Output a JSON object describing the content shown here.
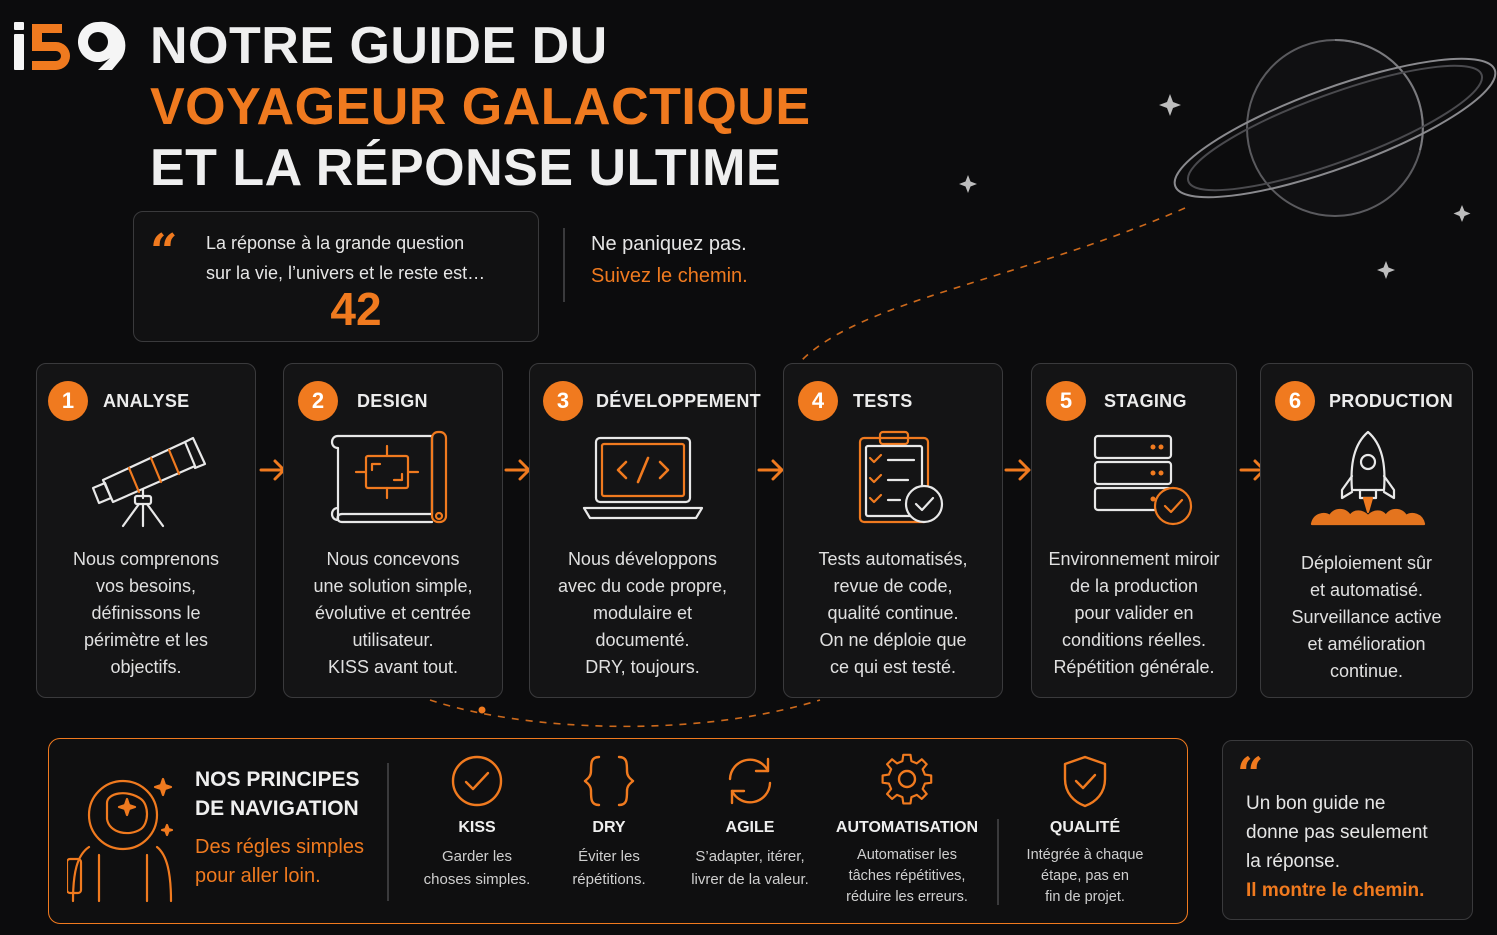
{
  "brand": {
    "logo": "i59"
  },
  "title": {
    "line1": "NOTRE GUIDE DU",
    "line2": "VOYAGEUR GALACTIQUE",
    "line3": "ET LA RÉPONSE ULTIME"
  },
  "quote": {
    "line1": "La réponse à la grande question",
    "line2": "sur la vie, l’univers et le reste est…",
    "answer": "42"
  },
  "tagline": {
    "line1": "Ne paniquez pas.",
    "line2": "Suivez le chemin."
  },
  "steps": [
    {
      "number": "1",
      "title": "ANALYSE",
      "desc": [
        "Nous comprenons",
        "vos besoins,",
        "définissons le",
        "périmètre et les",
        "objectifs."
      ],
      "icon": "telescope-icon"
    },
    {
      "number": "2",
      "title": "DESIGN",
      "desc": [
        "Nous concevons",
        "une solution simple,",
        "évolutive et centrée",
        "utilisateur.",
        "KISS avant tout."
      ],
      "icon": "blueprint-icon"
    },
    {
      "number": "3",
      "title": "DÉVELOPPEMENT",
      "desc": [
        "Nous développons",
        "avec du code propre,",
        "modulaire et",
        "documenté.",
        "DRY, toujours."
      ],
      "icon": "laptop-code-icon"
    },
    {
      "number": "4",
      "title": "TESTS",
      "desc": [
        "Tests automatisés,",
        "revue de code,",
        "qualité continue.",
        "On ne déploie que",
        "ce qui est testé."
      ],
      "icon": "checklist-icon"
    },
    {
      "number": "5",
      "title": "STAGING",
      "desc": [
        "Environnement miroir",
        "de la production",
        "pour valider en",
        "conditions réelles.",
        "Répétition générale."
      ],
      "icon": "server-check-icon"
    },
    {
      "number": "6",
      "title": "PRODUCTION",
      "desc": [
        "Déploiement sûr",
        "et automatisé.",
        "Surveillance active",
        "et amélioration",
        "continue."
      ],
      "icon": "rocket-icon"
    }
  ],
  "principles": {
    "title_line1": "NOS PRINCIPES",
    "title_line2": "DE NAVIGATION",
    "sub_line1": "Des régles simples",
    "sub_line2": "pour aller loin.",
    "items": [
      {
        "name": "KISS",
        "desc": [
          "Garder les",
          "choses simples."
        ],
        "icon": "check-circle-icon"
      },
      {
        "name": "DRY",
        "desc": [
          "Éviter les",
          "répétitions."
        ],
        "icon": "braces-icon"
      },
      {
        "name": "AGILE",
        "desc": [
          "S’adapter, itérer,",
          "livrer de la valeur."
        ],
        "icon": "cycle-arrows-icon"
      },
      {
        "name": "AUTOMATISATION",
        "desc": [
          "Automatiser les",
          "tâches répétitives,",
          "réduire les erreurs."
        ],
        "icon": "gear-icon"
      },
      {
        "name": "QUALITÉ",
        "desc": [
          "Intégrée à chaque",
          "étape, pas en",
          "fin de projet."
        ],
        "icon": "shield-check-icon"
      }
    ]
  },
  "closing": {
    "line1": "Un bon guide ne",
    "line2": "donne pas seulement",
    "line3": "la réponse.",
    "line4": "Il montre le chemin."
  },
  "colors": {
    "accent": "#f07a1f",
    "background": "#0c0c0d",
    "card": "#141415",
    "border": "#3a3a3c"
  }
}
